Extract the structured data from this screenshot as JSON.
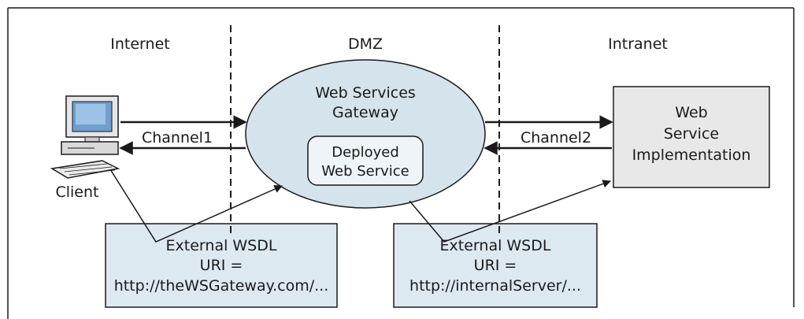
{
  "zones": {
    "internet": "Internet",
    "dmz": "DMZ",
    "intranet": "Intranet"
  },
  "gateway": {
    "line1": "Web Services",
    "line2": "Gateway"
  },
  "deployed": {
    "line1": "Deployed",
    "line2": "Web Service"
  },
  "implementation": {
    "line1": "Web",
    "line2": "Service",
    "line3": "Implementation"
  },
  "channels": {
    "left": "Channel1",
    "right": "Channel2"
  },
  "client": {
    "label": "Client",
    "icon": "computer-icon"
  },
  "wsdl_left": {
    "line1": "External WSDL",
    "line2": "URI =",
    "line3": "http://theWSGateway.com/..."
  },
  "wsdl_right": {
    "line1": "External WSDL",
    "line2": "URI =",
    "line3": "http://internalServer/..."
  },
  "colors": {
    "box_fill": "#dde9f1",
    "implementation_fill": "#e8e8e8",
    "gateway_fill": "#d4e3ec",
    "stroke": "#1a1a1a"
  }
}
